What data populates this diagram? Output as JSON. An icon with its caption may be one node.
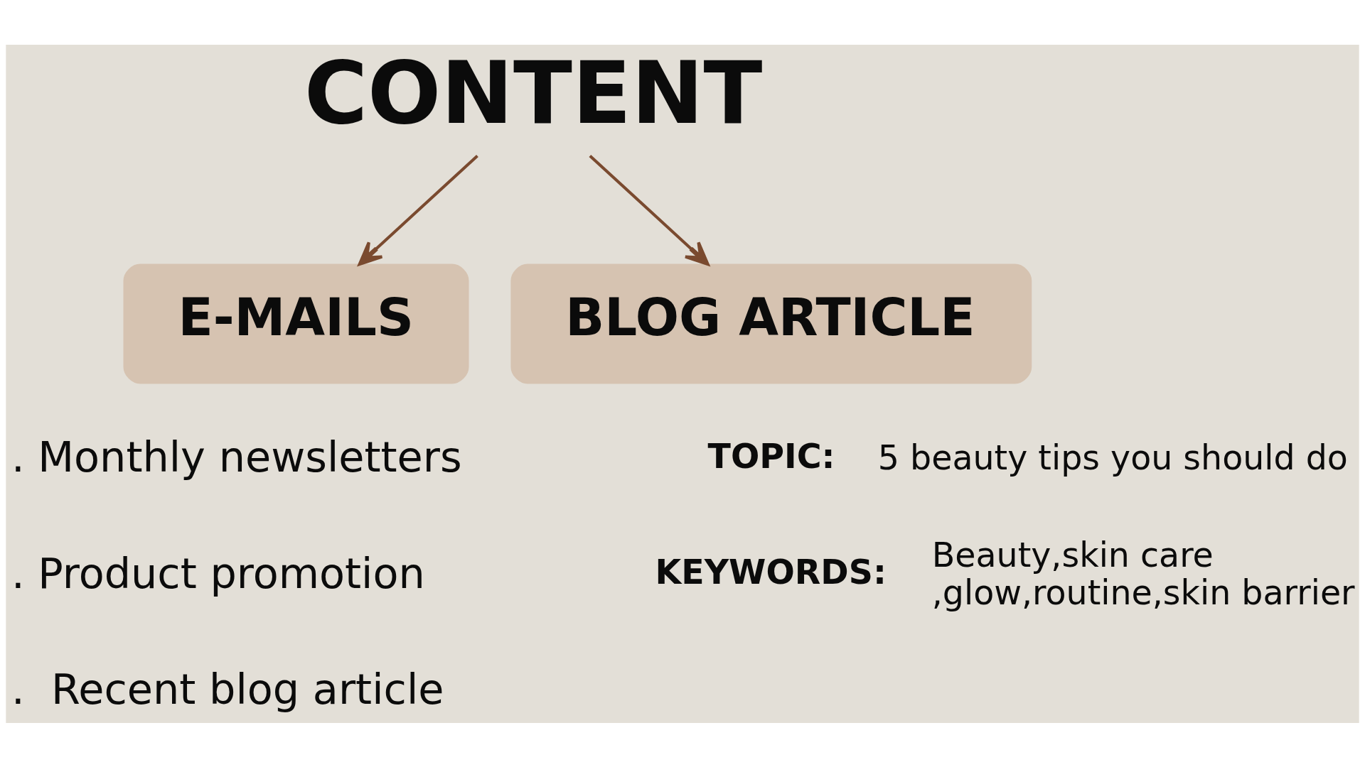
{
  "diagram": {
    "nodes": [
      {
        "text": [
          "CONTENT"
        ]
      },
      {
        "text": [
          "E-MAILS"
        ]
      },
      {
        "text": [
          "BLOG ARTICLE"
        ]
      }
    ],
    "edges": [
      {
        "from": 0,
        "to": 1,
        "arrow": "to"
      },
      {
        "from": 0,
        "to": 2,
        "arrow": "to"
      }
    ],
    "labels": [
      ". Monthly newsletters",
      ". Product promotion",
      ".  Recent blog article",
      "TOPIC:",
      "5 beauty tips you should do",
      "KEYWORDS:",
      "Beauty,skin care ,glow,routine,skin barrier"
    ]
  }
}
